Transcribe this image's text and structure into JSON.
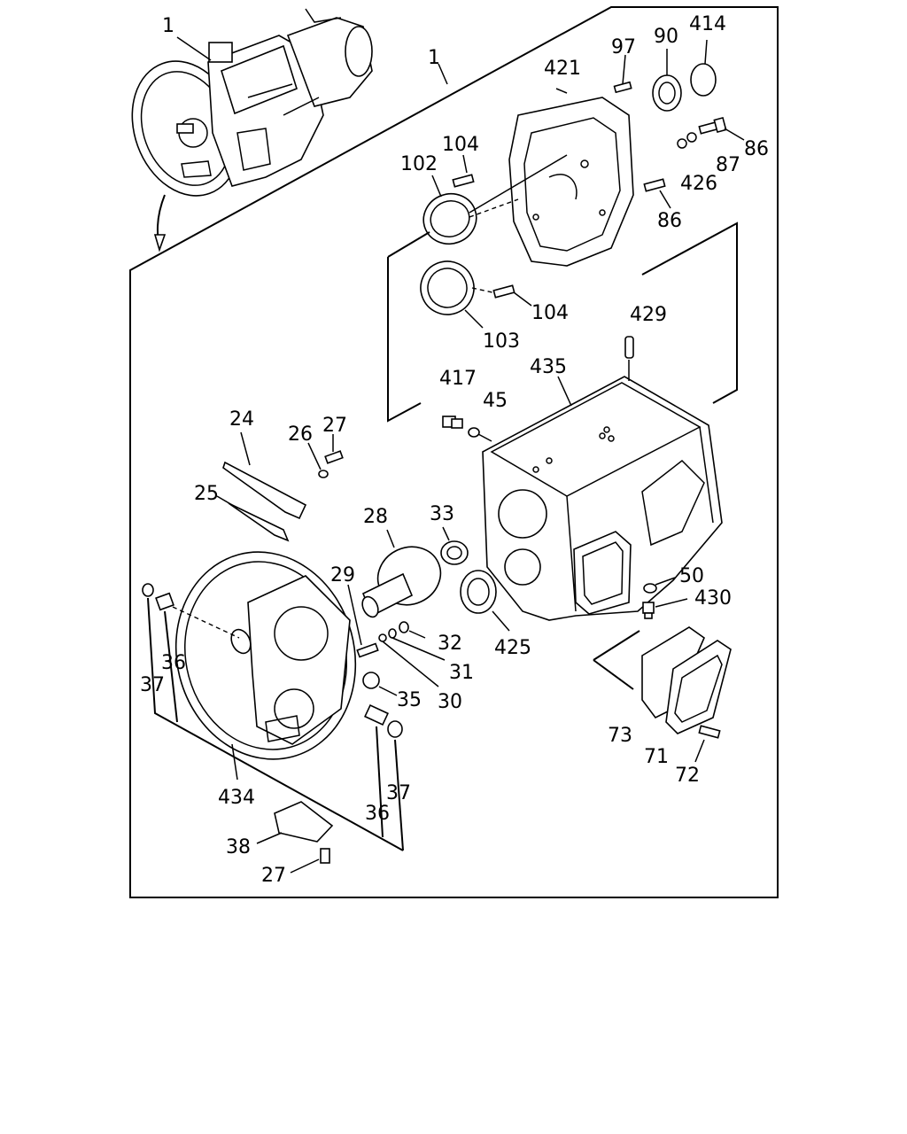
{
  "diagram": {
    "kind": "exploded parts diagram",
    "callouts": [
      {
        "id": "c-1-top",
        "text": "1"
      },
      {
        "id": "c-1-bracket",
        "text": "1"
      },
      {
        "id": "c-421",
        "text": "421"
      },
      {
        "id": "c-97",
        "text": "97"
      },
      {
        "id": "c-90",
        "text": "90"
      },
      {
        "id": "c-414",
        "text": "414"
      },
      {
        "id": "c-86a",
        "text": "86"
      },
      {
        "id": "c-87",
        "text": "87"
      },
      {
        "id": "c-426",
        "text": "426"
      },
      {
        "id": "c-86b",
        "text": "86"
      },
      {
        "id": "c-104a",
        "text": "104"
      },
      {
        "id": "c-102",
        "text": "102"
      },
      {
        "id": "c-104b",
        "text": "104"
      },
      {
        "id": "c-103",
        "text": "103"
      },
      {
        "id": "c-429",
        "text": "429"
      },
      {
        "id": "c-435",
        "text": "435"
      },
      {
        "id": "c-417",
        "text": "417"
      },
      {
        "id": "c-45",
        "text": "45"
      },
      {
        "id": "c-24",
        "text": "24"
      },
      {
        "id": "c-26",
        "text": "26"
      },
      {
        "id": "c-27a",
        "text": "27"
      },
      {
        "id": "c-25",
        "text": "25"
      },
      {
        "id": "c-28",
        "text": "28"
      },
      {
        "id": "c-33",
        "text": "33"
      },
      {
        "id": "c-29",
        "text": "29"
      },
      {
        "id": "c-50",
        "text": "50"
      },
      {
        "id": "c-430",
        "text": "430"
      },
      {
        "id": "c-32",
        "text": "32"
      },
      {
        "id": "c-31",
        "text": "31"
      },
      {
        "id": "c-425",
        "text": "425"
      },
      {
        "id": "c-36a",
        "text": "36"
      },
      {
        "id": "c-37a",
        "text": "37"
      },
      {
        "id": "c-35",
        "text": "35"
      },
      {
        "id": "c-30",
        "text": "30"
      },
      {
        "id": "c-73",
        "text": "73"
      },
      {
        "id": "c-71",
        "text": "71"
      },
      {
        "id": "c-72",
        "text": "72"
      },
      {
        "id": "c-434",
        "text": "434"
      },
      {
        "id": "c-37b",
        "text": "37"
      },
      {
        "id": "c-36b",
        "text": "36"
      },
      {
        "id": "c-38",
        "text": "38"
      },
      {
        "id": "c-27b",
        "text": "27"
      }
    ]
  }
}
